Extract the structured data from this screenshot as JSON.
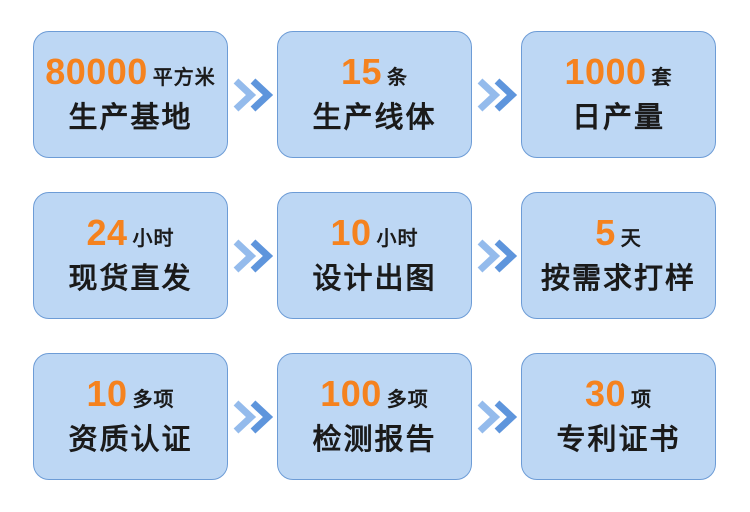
{
  "colors": {
    "card_bg": "#BDD7F4",
    "card_border": "#6D9CD6",
    "number_orange": "#F5821E",
    "text_black": "#1A1A1A",
    "chevron_light": "#94BBEC",
    "chevron_dark": "#5E95DC",
    "page_bg": "#FFFFFF"
  },
  "arrow_icon": "double-chevron-right",
  "cards": [
    {
      "number": "80000",
      "unit": "平方米",
      "title": "生产基地"
    },
    {
      "number": "15",
      "unit": "条",
      "title": "生产线体"
    },
    {
      "number": "1000",
      "unit": "套",
      "title": "日产量"
    },
    {
      "number": "24",
      "unit": "小时",
      "title": "现货直发"
    },
    {
      "number": "10",
      "unit": "小时",
      "title": "设计出图"
    },
    {
      "number": "5",
      "unit": "天",
      "title": "按需求打样"
    },
    {
      "number": "10",
      "unit": "多项",
      "title": "资质认证"
    },
    {
      "number": "100",
      "unit": "多项",
      "title": "检测报告"
    },
    {
      "number": "30",
      "unit": "项",
      "title": "专利证书"
    }
  ]
}
